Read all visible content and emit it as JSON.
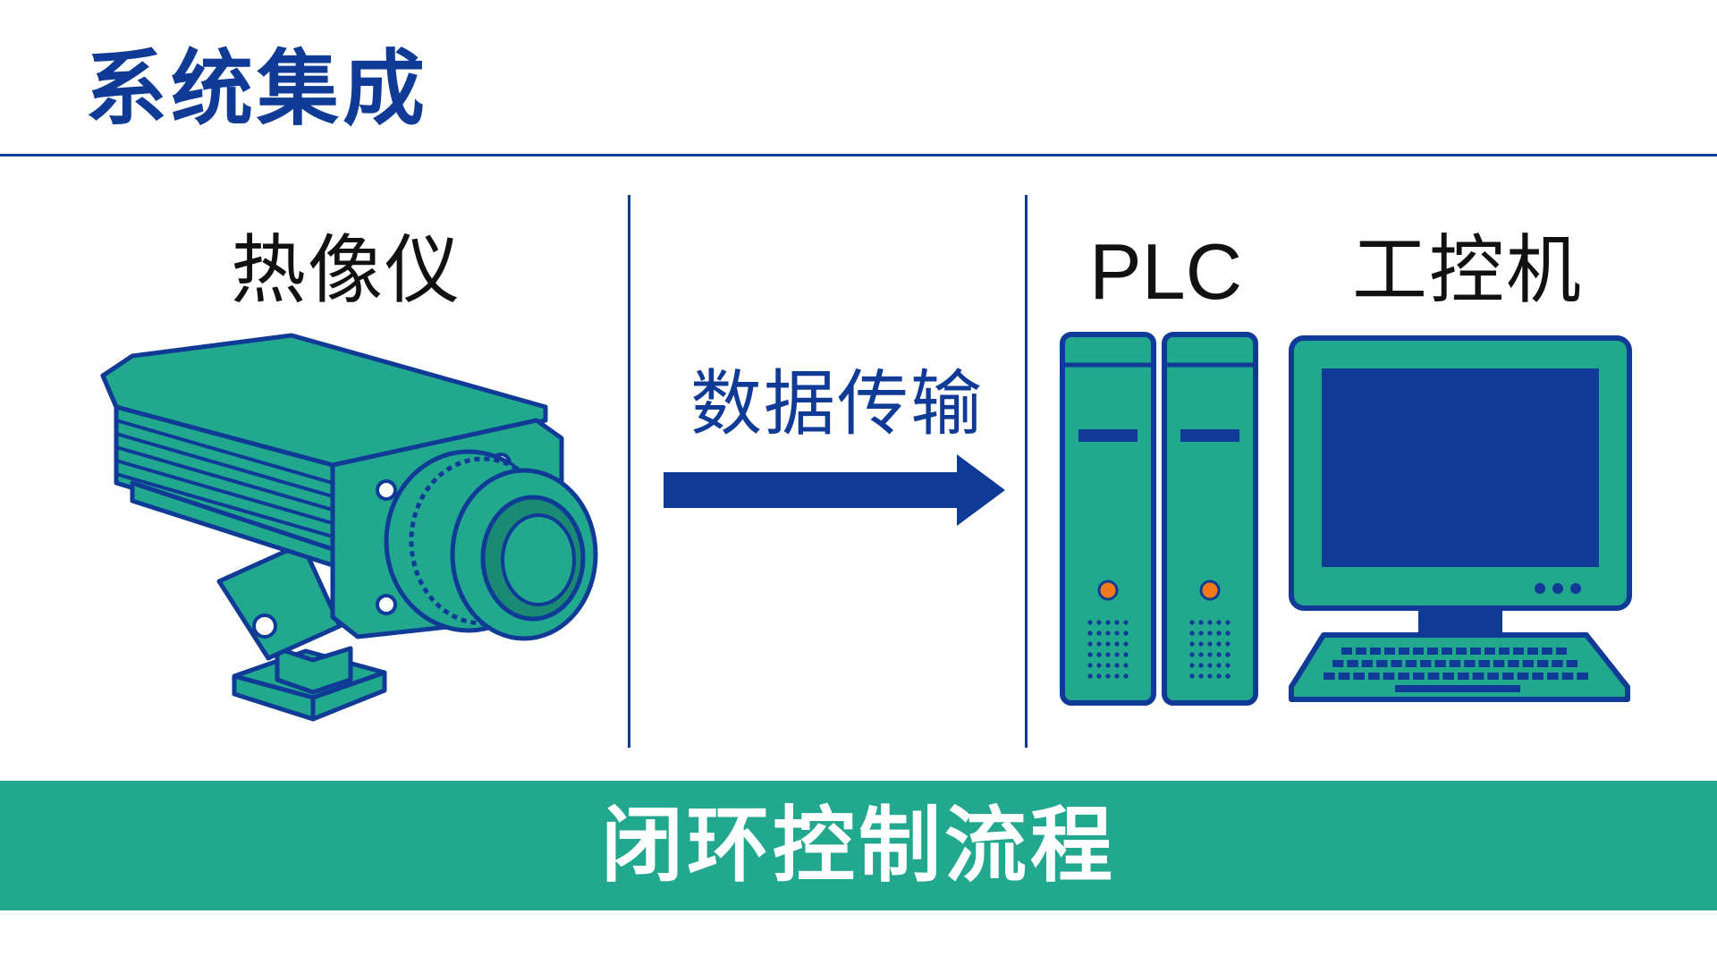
{
  "title": "系统集成",
  "labels": {
    "camera": "热像仪",
    "transfer": "数据传输",
    "plc": "PLC",
    "ipc": "工控机"
  },
  "footer": "闭环控制流程",
  "colors": {
    "navy": "#0f3a96",
    "teal": "#22a88f",
    "lens_dark": "#1a8a74",
    "led": "#f27a1a",
    "screen": "#0f3a96",
    "white": "#ffffff"
  },
  "icons": [
    "thermal-camera-icon",
    "arrow-right-icon",
    "plc-unit-icon",
    "industrial-pc-icon"
  ]
}
